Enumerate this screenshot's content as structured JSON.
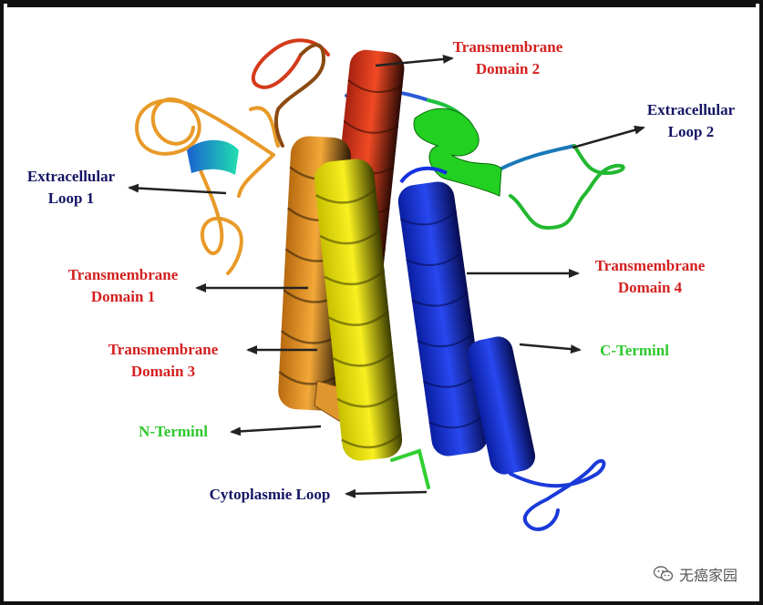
{
  "colors": {
    "red_label": "#d42020",
    "navy_label": "#141464",
    "green_label": "#2ec82e",
    "tm1": "#f0a030",
    "tm2": "#e23c1e",
    "tm3": "#f2e600",
    "tm4": "#1430e0",
    "loop1": "#f0a030",
    "loop2": "#22cc22",
    "arrow": "#222222"
  },
  "labels": {
    "tm2": "Transmembrane\nDomain 2",
    "el2": "Extracellular\nLoop 2",
    "el1": "Extracellular\nLoop 1",
    "tm1": "Transmembrane\nDomain 1",
    "tm4": "Transmembrane\nDomain 4",
    "tm3": "Transmembrane\nDomain 3",
    "cterm": "C-Terminl",
    "nterm": "N-Terminl",
    "cyto": "Cytoplasmie Loop"
  },
  "watermark": {
    "text": "无癌家园",
    "icon": "wechat-icon"
  }
}
